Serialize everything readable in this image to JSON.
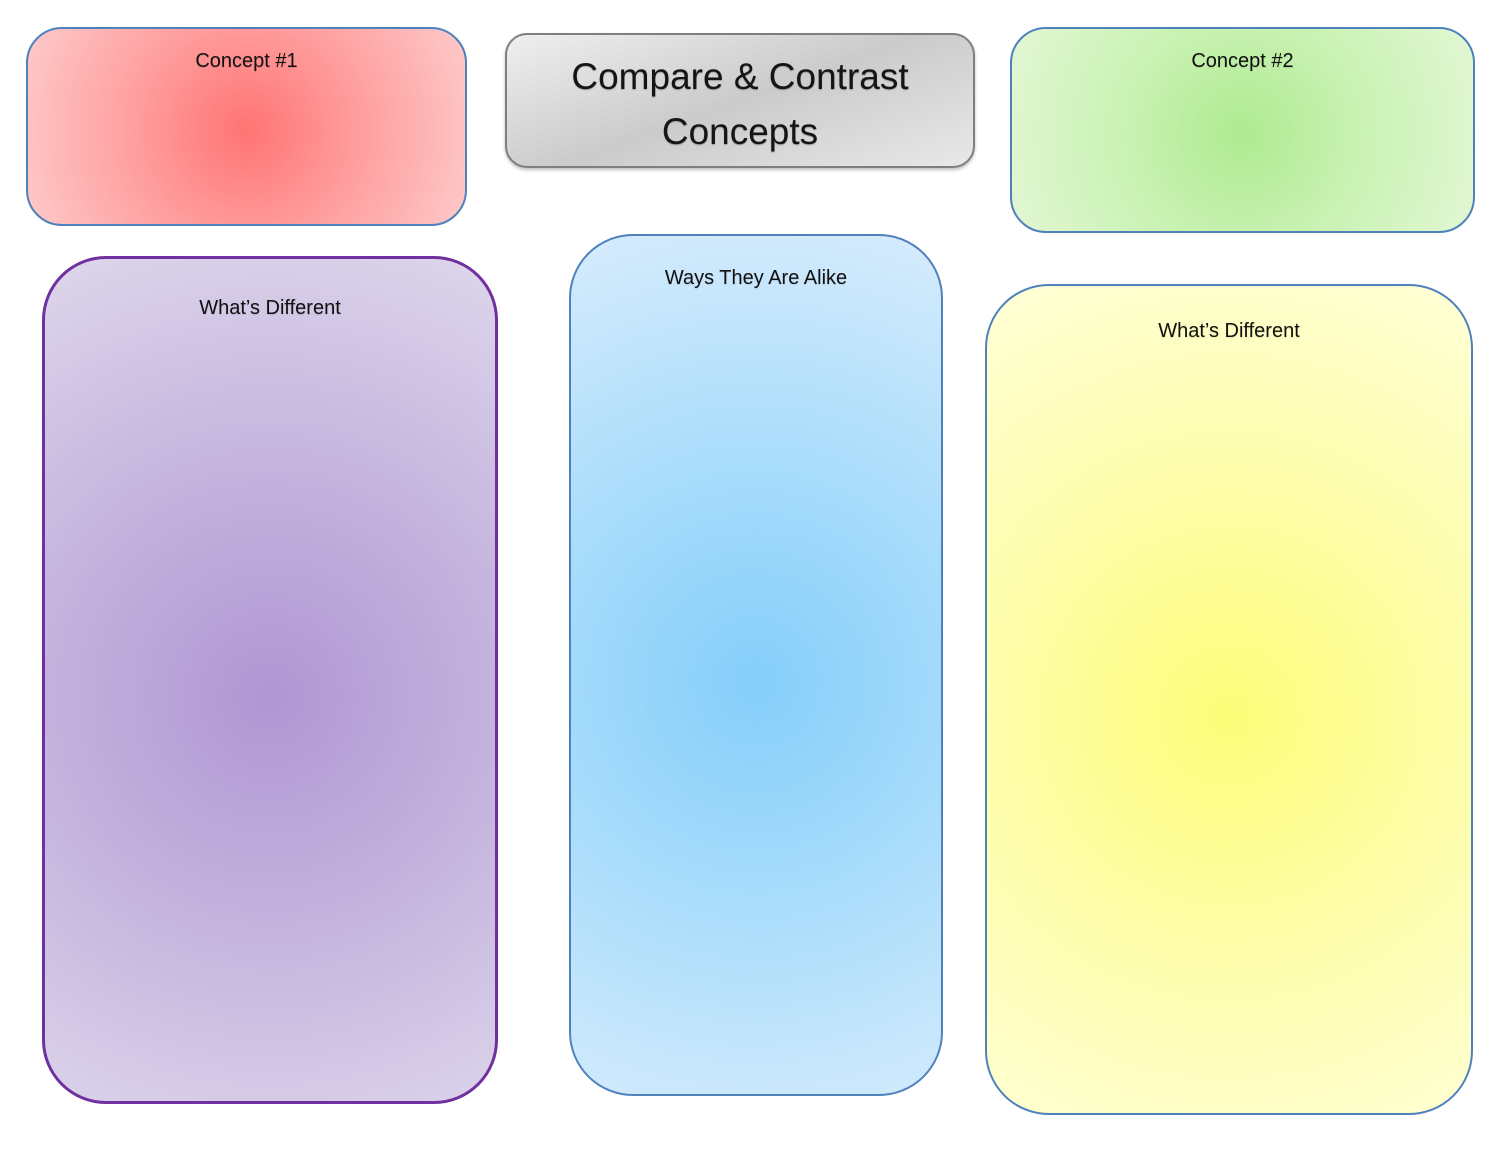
{
  "page": {
    "background": "#ffffff"
  },
  "title_box": {
    "line1": "Compare & Contrast",
    "line2": "Concepts",
    "colors": {
      "type": "linear",
      "angle": "160deg",
      "stops": [
        "#efefef",
        "#cbcbcb",
        "#e8e8e8"
      ],
      "border": "#7f7f7f"
    }
  },
  "boxes": {
    "concept1": {
      "label": "Concept #1",
      "colors": {
        "type": "radial",
        "stops": [
          "#ff7474",
          "#ff9c9c",
          "#fecaca"
        ],
        "border": "#4f81bd"
      }
    },
    "concept2": {
      "label": "Concept #2",
      "colors": {
        "type": "radial",
        "stops": [
          "#aeea90",
          "#c8f2b2",
          "#e3f7d4"
        ],
        "border": "#4f81bd"
      }
    },
    "different_left": {
      "label": "What’s Different",
      "colors": {
        "type": "radial",
        "stops": [
          "#b096d3",
          "#c3b2dd",
          "#ded7eb"
        ],
        "border": "#7030a0"
      }
    },
    "alike": {
      "label": "Ways They Are Alike",
      "colors": {
        "type": "radial",
        "stops": [
          "#84cefa",
          "#a8dcfb",
          "#d7ecfc"
        ],
        "border": "#4f81bd"
      }
    },
    "different_right": {
      "label": "What’s Different",
      "colors": {
        "type": "radial",
        "stops": [
          "#fcfc78",
          "#fefea8",
          "#ffffd8"
        ],
        "border": "#4f81bd"
      }
    }
  }
}
